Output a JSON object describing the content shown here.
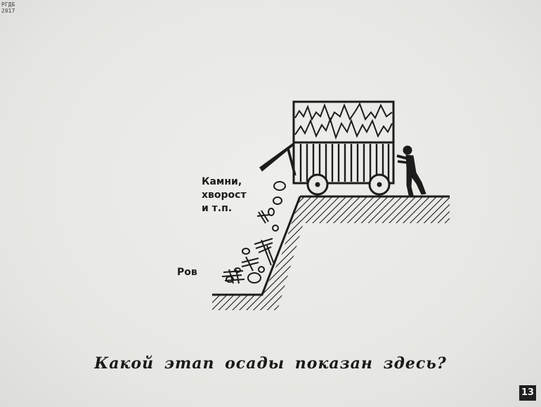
{
  "watermark": {
    "line1": "РГДБ",
    "line2": "2017"
  },
  "labels": {
    "stones_line1": "Камни,",
    "stones_line2": "хворост",
    "stones_line3": "и т.п.",
    "ditch": "Ров"
  },
  "caption": "Какой этап осады показан здесь?",
  "page_number": "13",
  "colors": {
    "background": "#e9e9e6",
    "ink": "#1c1c1c"
  }
}
